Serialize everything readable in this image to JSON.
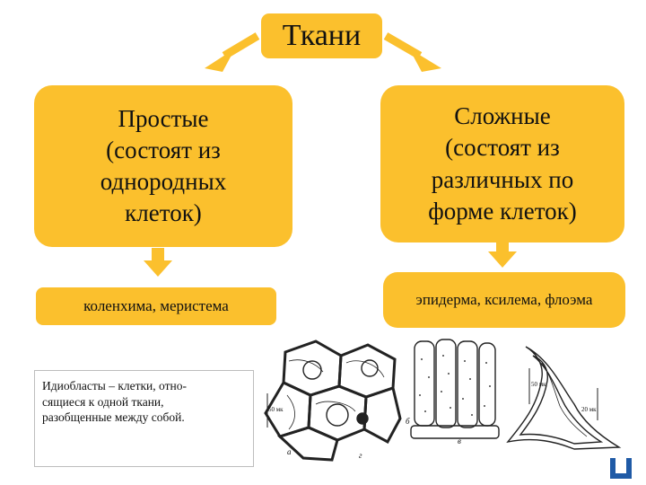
{
  "root": {
    "label": "Ткани"
  },
  "simple": {
    "label": "Простые\n(состоят из\nоднородных\nклеток)",
    "examples": "коленхима, меристема"
  },
  "complex": {
    "label": "Сложные\n(состоят из\nразличных по\nформе клеток)",
    "examples": "эпидерма, ксилема, флоэма"
  },
  "note": {
    "text": "Идиобласты – клетки, отно-\nсящиеся к одной ткани,\nразобщенные между собой."
  },
  "figure": {
    "labels": {
      "a": "а",
      "b": "б",
      "v": "в",
      "g": "г",
      "scale_left": "50 мк",
      "scale_mid": "50 мк",
      "scale_right": "20 мк"
    }
  },
  "colors": {
    "box": "#fbc02d",
    "arrow": "#fbc02d",
    "nav_icon": "#1f5aa6"
  }
}
